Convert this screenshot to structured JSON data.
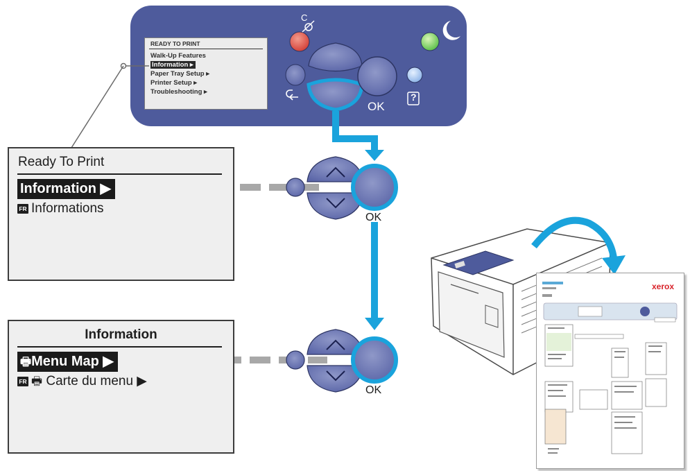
{
  "top_panel": {
    "lcd": {
      "title": "READY TO PRINT",
      "items": [
        "Walk-Up Features",
        "Information ▸",
        "Paper Tray Setup ▸",
        "Printer Setup ▸",
        "Troubleshooting ▸"
      ],
      "selected_index": 1
    },
    "cancel_label": "C",
    "ok_label": "OK",
    "help_label": "?",
    "colors": {
      "panel": "#4e5b9c",
      "cancel_led": "#e0524b",
      "ready_led": "#7fd36a",
      "highlight": "#1aa3dc"
    }
  },
  "screen1": {
    "title": "Ready To Print",
    "selected": "Information ▶",
    "fr_badge": "FR",
    "fr_text": "Informations"
  },
  "screen2": {
    "title": "Information",
    "selected": "Menu Map ▶",
    "fr_badge": "FR",
    "fr_text": "Carte du menu ▶"
  },
  "nav_pad_1": {
    "ok_label": "OK"
  },
  "nav_pad_2": {
    "ok_label": "OK"
  },
  "printout": {
    "brand": "xerox"
  },
  "icons": [
    "cancel-icon",
    "sleep-moon-icon",
    "back-arrow-icon",
    "help-icon",
    "print-icon",
    "up-arrow-icon",
    "down-arrow-icon"
  ]
}
